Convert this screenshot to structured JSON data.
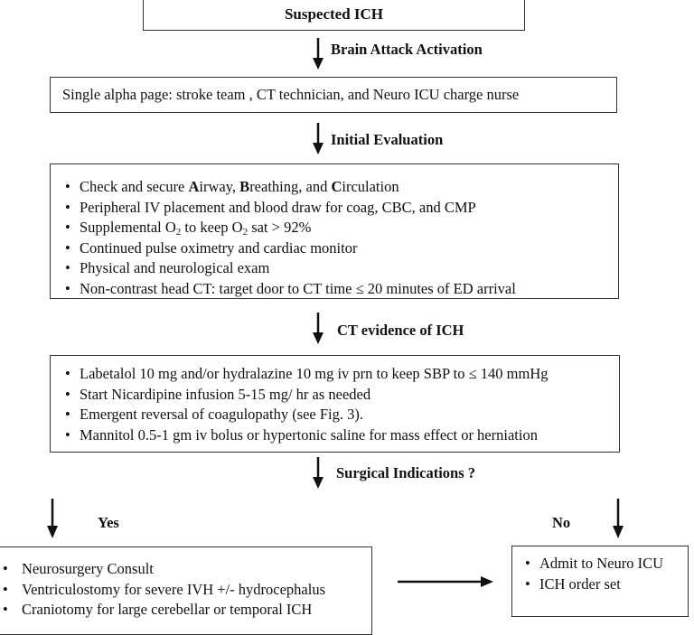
{
  "title": "Suspected ICH",
  "steps": {
    "activation_label": "Brain Attack Activation",
    "evaluation_label": "Initial Evaluation",
    "ct_label": "CT evidence of ICH",
    "surgical_label": "Surgical Indications ?",
    "yes_label": "Yes",
    "no_label": "No"
  },
  "activation": {
    "text": "Single alpha page: stroke team , CT technician, and Neuro ICU charge nurse"
  },
  "evaluation": {
    "items": [
      {
        "pre": "Check and secure ",
        "a": "A",
        "a_rest": "irway, ",
        "b": "B",
        "b_rest": "reathing, and ",
        "c": "C",
        "c_rest": "irculation"
      },
      {
        "text": "Peripheral IV placement and blood draw for coag, CBC,  and CMP"
      },
      {
        "pre": "Supplemental O",
        "sub1": "2",
        "mid": " to keep O",
        "sub2": "2",
        "post": " sat > 92%"
      },
      {
        "text": "Continued pulse oximetry and cardiac monitor"
      },
      {
        "text": "Physical and neurological exam"
      },
      {
        "text": "Non-contrast head CT: target  door to CT time ≤ 20 minutes of ED arrival"
      }
    ]
  },
  "ct_management": {
    "items": [
      "Labetalol 10 mg and/or hydralazine 10 mg iv prn to keep SBP to ≤ 140 mmHg",
      "Start Nicardipine infusion 5-15 mg/ hr as needed",
      "Emergent reversal of coagulopathy (see Fig. 3).",
      "Mannitol 0.5-1 gm iv bolus or hypertonic saline for mass effect or herniation"
    ]
  },
  "surgical_yes": {
    "items": [
      "Neurosurgery Consult",
      "Ventriculostomy for severe IVH +/- hydrocephalus",
      "Craniotomy for large cerebellar or temporal ICH"
    ]
  },
  "surgical_no": {
    "items": [
      "Admit to Neuro ICU",
      "ICH order set"
    ]
  },
  "colors": {
    "line": "#111111",
    "box_border": "#333333",
    "background": "#ffffff"
  }
}
